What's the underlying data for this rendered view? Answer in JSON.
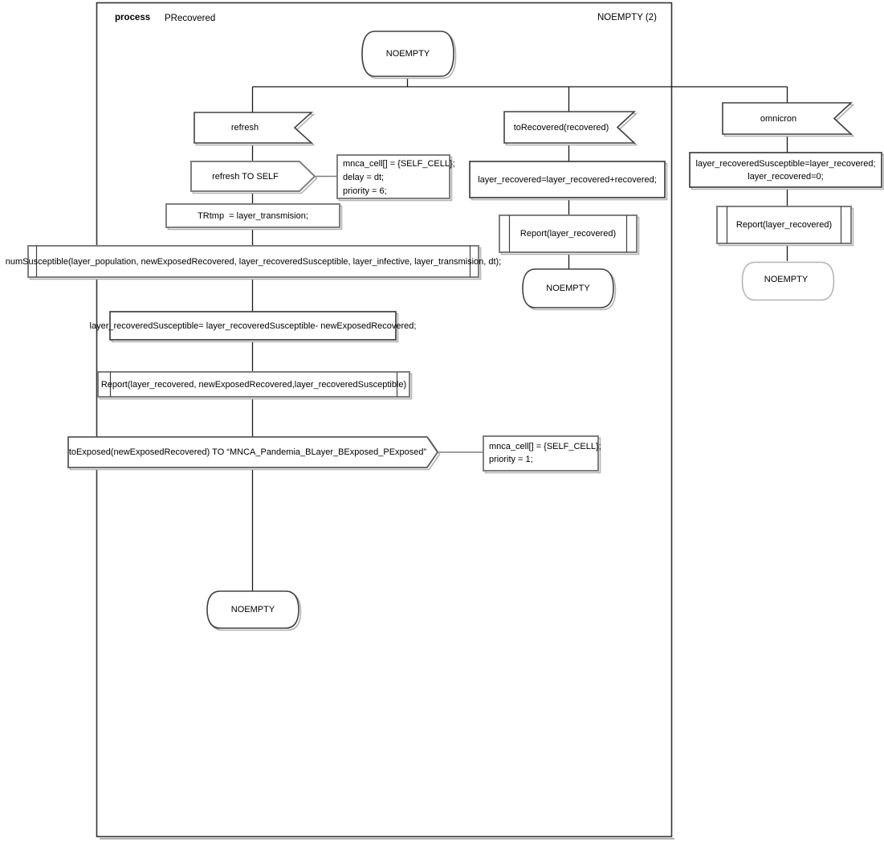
{
  "header": {
    "kind": "process",
    "name": "PRecovered",
    "state_ref": "NOEMPTY (2)"
  },
  "nodes": {
    "start_state": {
      "label": "NOEMPTY"
    },
    "refresh_input": {
      "label": "refresh"
    },
    "refresh_output": {
      "label": "refresh TO SELF"
    },
    "refresh_comment": {
      "lines": [
        "mnca_cell[] = {SELF_CELL};",
        "delay = dt;",
        "priority = 6;"
      ]
    },
    "trtmp_task": {
      "label": "TRtmp  = layer_transmision;"
    },
    "numsusceptible_call": {
      "label": "numSusceptible(layer_population, newExposedRecovered, layer_recoveredSusceptible, layer_infective, layer_transmision, dt);"
    },
    "recovered_susceptible_task": {
      "label": "layer_recoveredSusceptible= layer_recoveredSusceptible- newExposedRecovered;"
    },
    "report_full_call": {
      "label": "Report(layer_recovered, newExposedRecovered,layer_recoveredSusceptible)"
    },
    "toexposed_output": {
      "label": "toExposed(newExposedRecovered) TO “MNCA_Pandemia_BLayer_BExposed_PExposed”"
    },
    "toexposed_comment": {
      "lines": [
        "mnca_cell[] = {SELF_CELL};",
        "priority = 1;"
      ]
    },
    "refresh_end_state": {
      "label": "NOEMPTY"
    },
    "torecovered_input": {
      "label": "toRecovered(recovered)"
    },
    "recovered_task": {
      "label": "layer_recovered=layer_recovered+recovered;"
    },
    "report_recovered_call": {
      "label": "Report(layer_recovered)"
    },
    "torecovered_end_state": {
      "label": "NOEMPTY"
    },
    "omnicron_input": {
      "label": "omnicron"
    },
    "omnicron_task": {
      "lines": [
        "layer_recoveredSusceptible=layer_recovered;",
        "layer_recovered=0;"
      ]
    },
    "omnicron_report_call": {
      "label": "Report(layer_recovered)"
    },
    "omnicron_end_state": {
      "label": "NOEMPTY"
    }
  },
  "colors": {
    "line": "#1a1a1a",
    "shape_dark": "#404040",
    "shape_gray": "#7f7f7f",
    "shadow": "#b3b3b3"
  }
}
